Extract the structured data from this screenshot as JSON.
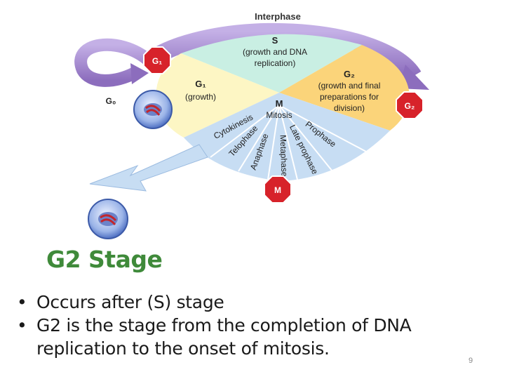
{
  "diagram": {
    "interphase_label": "Interphase",
    "s_phase": {
      "label": "S",
      "desc_line1": "(growth and DNA",
      "desc_line2": "replication)"
    },
    "g1_phase": {
      "label": "G₁",
      "desc": "(growth)"
    },
    "g2_phase": {
      "label": "G₂",
      "desc_line1": "(growth and final",
      "desc_line2": "preparations for",
      "desc_line3": "division)"
    },
    "m_phase_label": "M",
    "mitosis_label": "Mitosis",
    "mitosis_stages": [
      "Cytokinesis",
      "Telophase",
      "Anaphase",
      "Metaphase",
      "Late prophase",
      "Prophase"
    ],
    "g0_label": "G₀",
    "checkpoint_g1": "G₁",
    "checkpoint_g2": "G₂",
    "checkpoint_m": "M",
    "colors": {
      "s_slice": "#c9efe3",
      "g1_slice": "#fdf6c4",
      "g2_slice": "#fbd47a",
      "mitosis": "#c7ddf3",
      "arrow": "#a98fd0",
      "checkpoint": "#d7222a"
    }
  },
  "slide": {
    "title": "G2 Stage",
    "bullets": [
      "Occurs after (S) stage",
      "G2 is the stage from the completion of DNA replication to the onset of mitosis."
    ],
    "page_number": "9"
  }
}
